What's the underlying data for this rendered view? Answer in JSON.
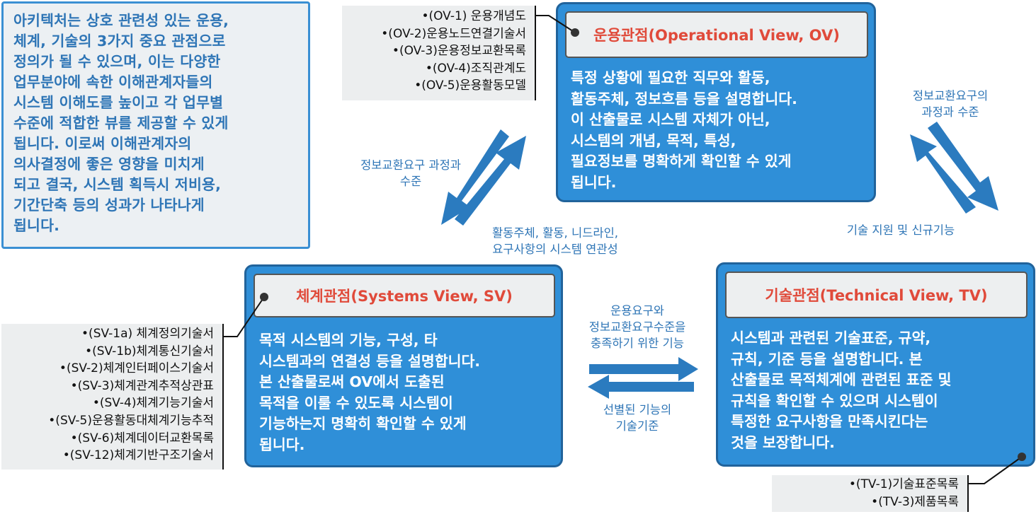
{
  "intro": {
    "lines": [
      "아키텍처는 상호 관련성 있는 운용,",
      "체계, 기술의 3가지 중요 관점으로",
      "정의가 될 수 있으며, 이는 다양한",
      "업무분야에 속한 이해관계자들의",
      "시스템 이해도를 높이고 각 업무별",
      "수준에 적합한 뷰를 제공할 수 있게",
      "됩니다. 이로써 이해관계자의",
      "의사결정에 좋은 영향을 미치게",
      "되고 결국, 시스템 획득시 저비용,",
      "기간단축 등의 성과가 나타나게",
      "됩니다."
    ]
  },
  "ov": {
    "title": "운용관점(Operational View, OV)",
    "body": [
      "특정 상황에 필요한 직무와 활동,",
      "활동주체, 정보흐름 등을 설명합니다.",
      "이 산출물로 시스템 자체가 아닌,",
      "시스템의 개념, 목적, 특성,",
      "필요정보를 명확하게 확인할 수 있게",
      "됩니다."
    ],
    "docs": [
      "•(OV-1) 운용개념도",
      "•(OV-2)운용노드연결기술서",
      "•(OV-3)운용정보교환목록",
      "•(OV-4)조직관계도",
      "•(OV-5)운용활동모델"
    ]
  },
  "sv": {
    "title": "체계관점(Systems View, SV)",
    "body": [
      "목적 시스템의 기능, 구성, 타",
      "시스템과의 연결성 등을 설명합니다.",
      "본 산출물로써 OV에서 도출된",
      "목적을 이룰 수 있도록 시스템이",
      "기능하는지 명확히 확인할 수 있게",
      "됩니다."
    ],
    "docs": [
      "•(SV-1a) 체계정의기술서",
      "•(SV-1b)체계통신기술서",
      "•(SV-2)체계인터페이스기술서",
      "•(SV-3)체계관계추적상관표",
      "•(SV-4)체계기능기술서",
      "•(SV-5)운용활동대체계기능추적",
      "•(SV-6)체계데이터교환목록",
      "•(SV-12)체계기반구조기술서"
    ]
  },
  "tv": {
    "title": "기술관점(Technical View, TV)",
    "body": [
      "시스템과 관련된 기술표준, 규약,",
      "규칙, 기준 등을 설명합니다. 본",
      "산출물로 목적체계에 관련된 표준 및",
      "규칙을 확인할 수 있으며 시스템이",
      "특정한 요구사항을 만족시킨다는",
      "것을 보장합니다."
    ],
    "docs": [
      "•(TV-1)기술표준목록",
      "•(TV-3)제품목록"
    ]
  },
  "captions": {
    "ov_sv_upper": [
      "정보교환요구 과정과",
      "수준"
    ],
    "ov_sv_lower": [
      "활동주체, 활동, 니드라인,",
      "요구사항의 시스템 연관성"
    ],
    "ov_tv_upper": [
      "정보교환요구의",
      "과정과 수준"
    ],
    "ov_tv_lower": [
      "기술 지원 및 신규기능"
    ],
    "sv_tv_upper": [
      "운용요구와",
      "정보교환요구수준을",
      "충족하기 위한 기능"
    ],
    "sv_tv_lower": [
      "선별된 기능의",
      "기술기준"
    ]
  },
  "colors": {
    "accent_blue": "#2F8FD8",
    "title_red": "#E04A3A",
    "caption_blue": "#2E75B6",
    "arrow_blue": "#2B7BBF"
  }
}
